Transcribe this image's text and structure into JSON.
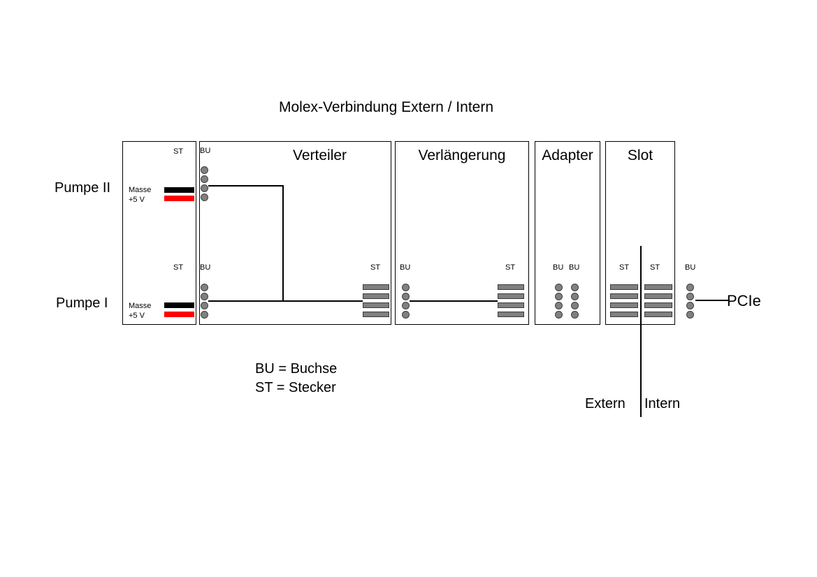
{
  "title": "Molex-Verbindung Extern / Intern",
  "boxes": {
    "verteiler": {
      "title": "Verteiler"
    },
    "verlaengerung": {
      "title": "Verlängerung"
    },
    "adapter": {
      "title": "Adapter"
    },
    "slot": {
      "title": "Slot"
    }
  },
  "connector_labels": {
    "bu": "BU",
    "st": "ST"
  },
  "pump_wires": {
    "masse": "Masse",
    "plus5v": "+5 V"
  },
  "device_labels": {
    "pumpe2": "Pumpe II",
    "pumpe1": "Pumpe I",
    "pcie": "PCIe"
  },
  "zones": {
    "extern": "Extern",
    "intern": "Intern"
  },
  "legend": {
    "line1": "BU = Buchse",
    "line2": "ST = Stecker"
  },
  "connector_groups": {
    "pins_per_connector": 4
  },
  "colors": {
    "masse_wire": "#000000",
    "plus5v_wire": "#ff0000",
    "pin_fill": "#808080",
    "pin_border": "#404040",
    "line": "#000000",
    "background": "#ffffff"
  }
}
